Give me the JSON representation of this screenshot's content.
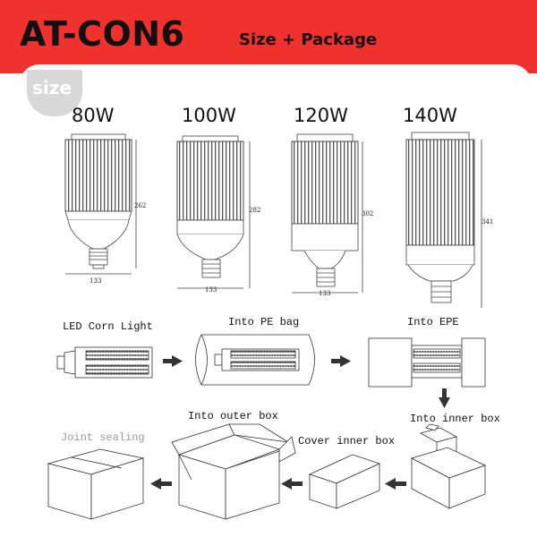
{
  "header": {
    "title": "AT-CON6",
    "subtitle": "Size + Package",
    "color": "#f0312e"
  },
  "size_tag": {
    "label": "size"
  },
  "sizes": [
    {
      "watt": "80W",
      "height": "262",
      "width": "133"
    },
    {
      "watt": "100W",
      "height": "282",
      "width": "133"
    },
    {
      "watt": "120W",
      "height": "302",
      "width": "133"
    },
    {
      "watt": "140W",
      "height": "341",
      "width": ""
    }
  ],
  "package_steps": {
    "led": "LED Corn Light",
    "pe_bag": "Into PE bag",
    "epe": "Into EPE",
    "inner_box": "Into inner box",
    "cover": "Cover inner box",
    "outer_box": "Into outer box",
    "sealing": "Joint sealing"
  },
  "icons": [
    "arrow-right-icon",
    "arrow-down-icon",
    "arrow-left-icon"
  ]
}
